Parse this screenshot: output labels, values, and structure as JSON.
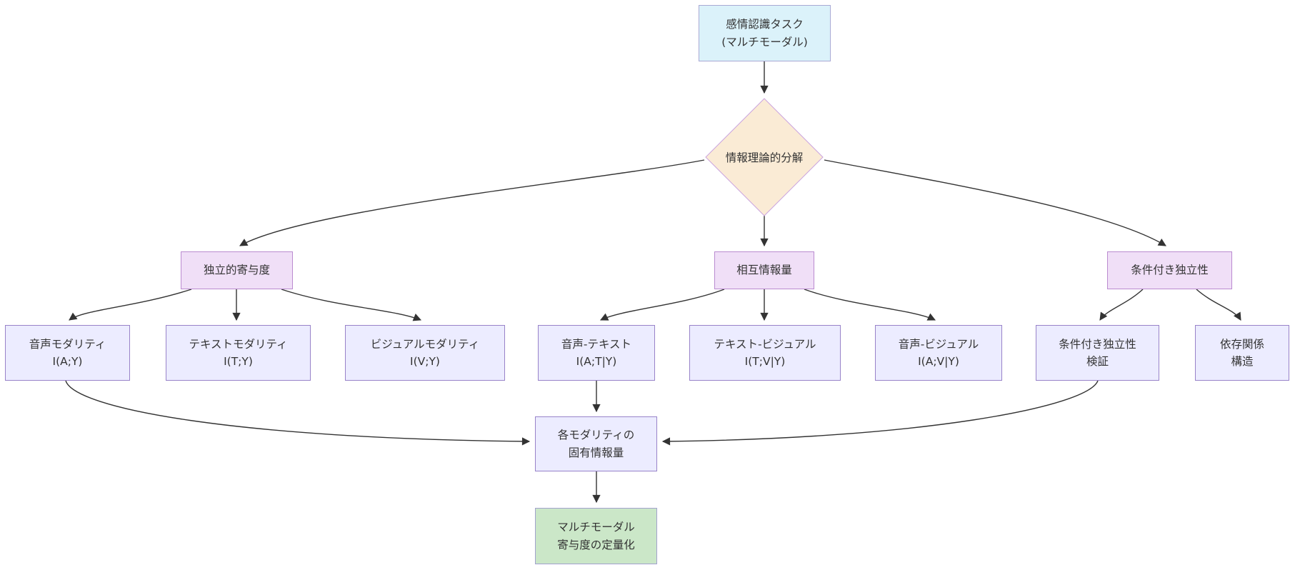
{
  "diagram": {
    "type": "flowchart",
    "direction": "top-down",
    "theme": {
      "edge_color": "#333333",
      "text_color": "#333333",
      "task_fill": "#dbf2fa",
      "decision_fill": "#faebd5",
      "decision_stroke": "#cba4de",
      "category_fill": "#f0dff7",
      "detail_fill": "#ececff",
      "result_fill": "#cbe7c8",
      "default_stroke": "#9883c9"
    },
    "nodes": {
      "task": {
        "line1": "感情認識タスク",
        "line2": "(マルチモーダル)",
        "shape": "rectangle",
        "fill": "#dbf2fa"
      },
      "decision": {
        "line1": "情報理論的分解",
        "line2": "",
        "shape": "diamond",
        "fill": "#faebd5"
      },
      "indep": {
        "line1": "独立的寄与度",
        "line2": "",
        "shape": "rectangle",
        "fill": "#f0dff7"
      },
      "mutual": {
        "line1": "相互情報量",
        "line2": "",
        "shape": "rectangle",
        "fill": "#f0dff7"
      },
      "condind": {
        "line1": "条件付き独立性",
        "line2": "",
        "shape": "rectangle",
        "fill": "#f0dff7"
      },
      "audio": {
        "line1": "音声モダリティ",
        "line2": "I(A;Y)",
        "shape": "rectangle",
        "fill": "#ececff"
      },
      "textm": {
        "line1": "テキストモダリティ",
        "line2": "I(T;Y)",
        "shape": "rectangle",
        "fill": "#ececff"
      },
      "visual": {
        "line1": "ビジュアルモダリティ",
        "line2": "I(V;Y)",
        "shape": "rectangle",
        "fill": "#ececff"
      },
      "at": {
        "line1": "音声-テキスト",
        "line2": "I(A;T|Y)",
        "shape": "rectangle",
        "fill": "#ececff"
      },
      "tv": {
        "line1": "テキスト-ビジュアル",
        "line2": "I(T;V|Y)",
        "shape": "rectangle",
        "fill": "#ececff"
      },
      "av": {
        "line1": "音声-ビジュアル",
        "line2": "I(A;V|Y)",
        "shape": "rectangle",
        "fill": "#ececff"
      },
      "civ": {
        "line1": "条件付き独立性",
        "line2": "検証",
        "shape": "rectangle",
        "fill": "#ececff"
      },
      "dep": {
        "line1": "依存関係",
        "line2": "構造",
        "shape": "rectangle",
        "fill": "#ececff"
      },
      "unique": {
        "line1": "各モダリティの",
        "line2": "固有情報量",
        "shape": "rectangle",
        "fill": "#ececff"
      },
      "quant": {
        "line1": "マルチモーダル",
        "line2": "寄与度の定量化",
        "shape": "rectangle",
        "fill": "#cbe7c8"
      }
    },
    "edges": [
      {
        "from": "task",
        "to": "decision"
      },
      {
        "from": "decision",
        "to": "indep"
      },
      {
        "from": "decision",
        "to": "mutual"
      },
      {
        "from": "decision",
        "to": "condind"
      },
      {
        "from": "indep",
        "to": "audio"
      },
      {
        "from": "indep",
        "to": "textm"
      },
      {
        "from": "indep",
        "to": "visual"
      },
      {
        "from": "mutual",
        "to": "at"
      },
      {
        "from": "mutual",
        "to": "tv"
      },
      {
        "from": "mutual",
        "to": "av"
      },
      {
        "from": "condind",
        "to": "civ"
      },
      {
        "from": "condind",
        "to": "dep"
      },
      {
        "from": "audio",
        "to": "unique"
      },
      {
        "from": "at",
        "to": "unique"
      },
      {
        "from": "civ",
        "to": "unique"
      },
      {
        "from": "unique",
        "to": "quant"
      }
    ]
  }
}
